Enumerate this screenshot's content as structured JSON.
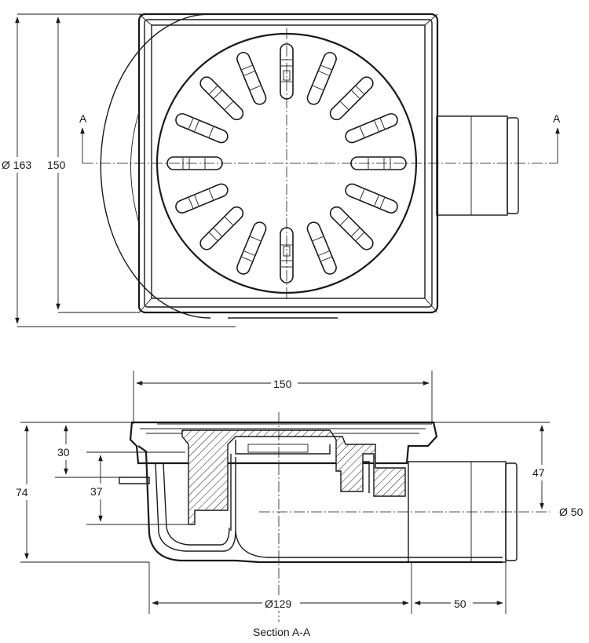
{
  "plan_view": {
    "dims": {
      "outer_diameter": "Ø 163",
      "frame_height": "150"
    },
    "section_marks": {
      "left": "A",
      "right": "A"
    }
  },
  "section_view": {
    "title": "Section A-A",
    "dims": {
      "top_width": "150",
      "total_height": "74",
      "depth_30": "30",
      "depth_37": "37",
      "outlet_height": "47",
      "outlet_diameter": "Ø 50",
      "body_diameter": "Ø129",
      "outlet_length": "50"
    }
  }
}
